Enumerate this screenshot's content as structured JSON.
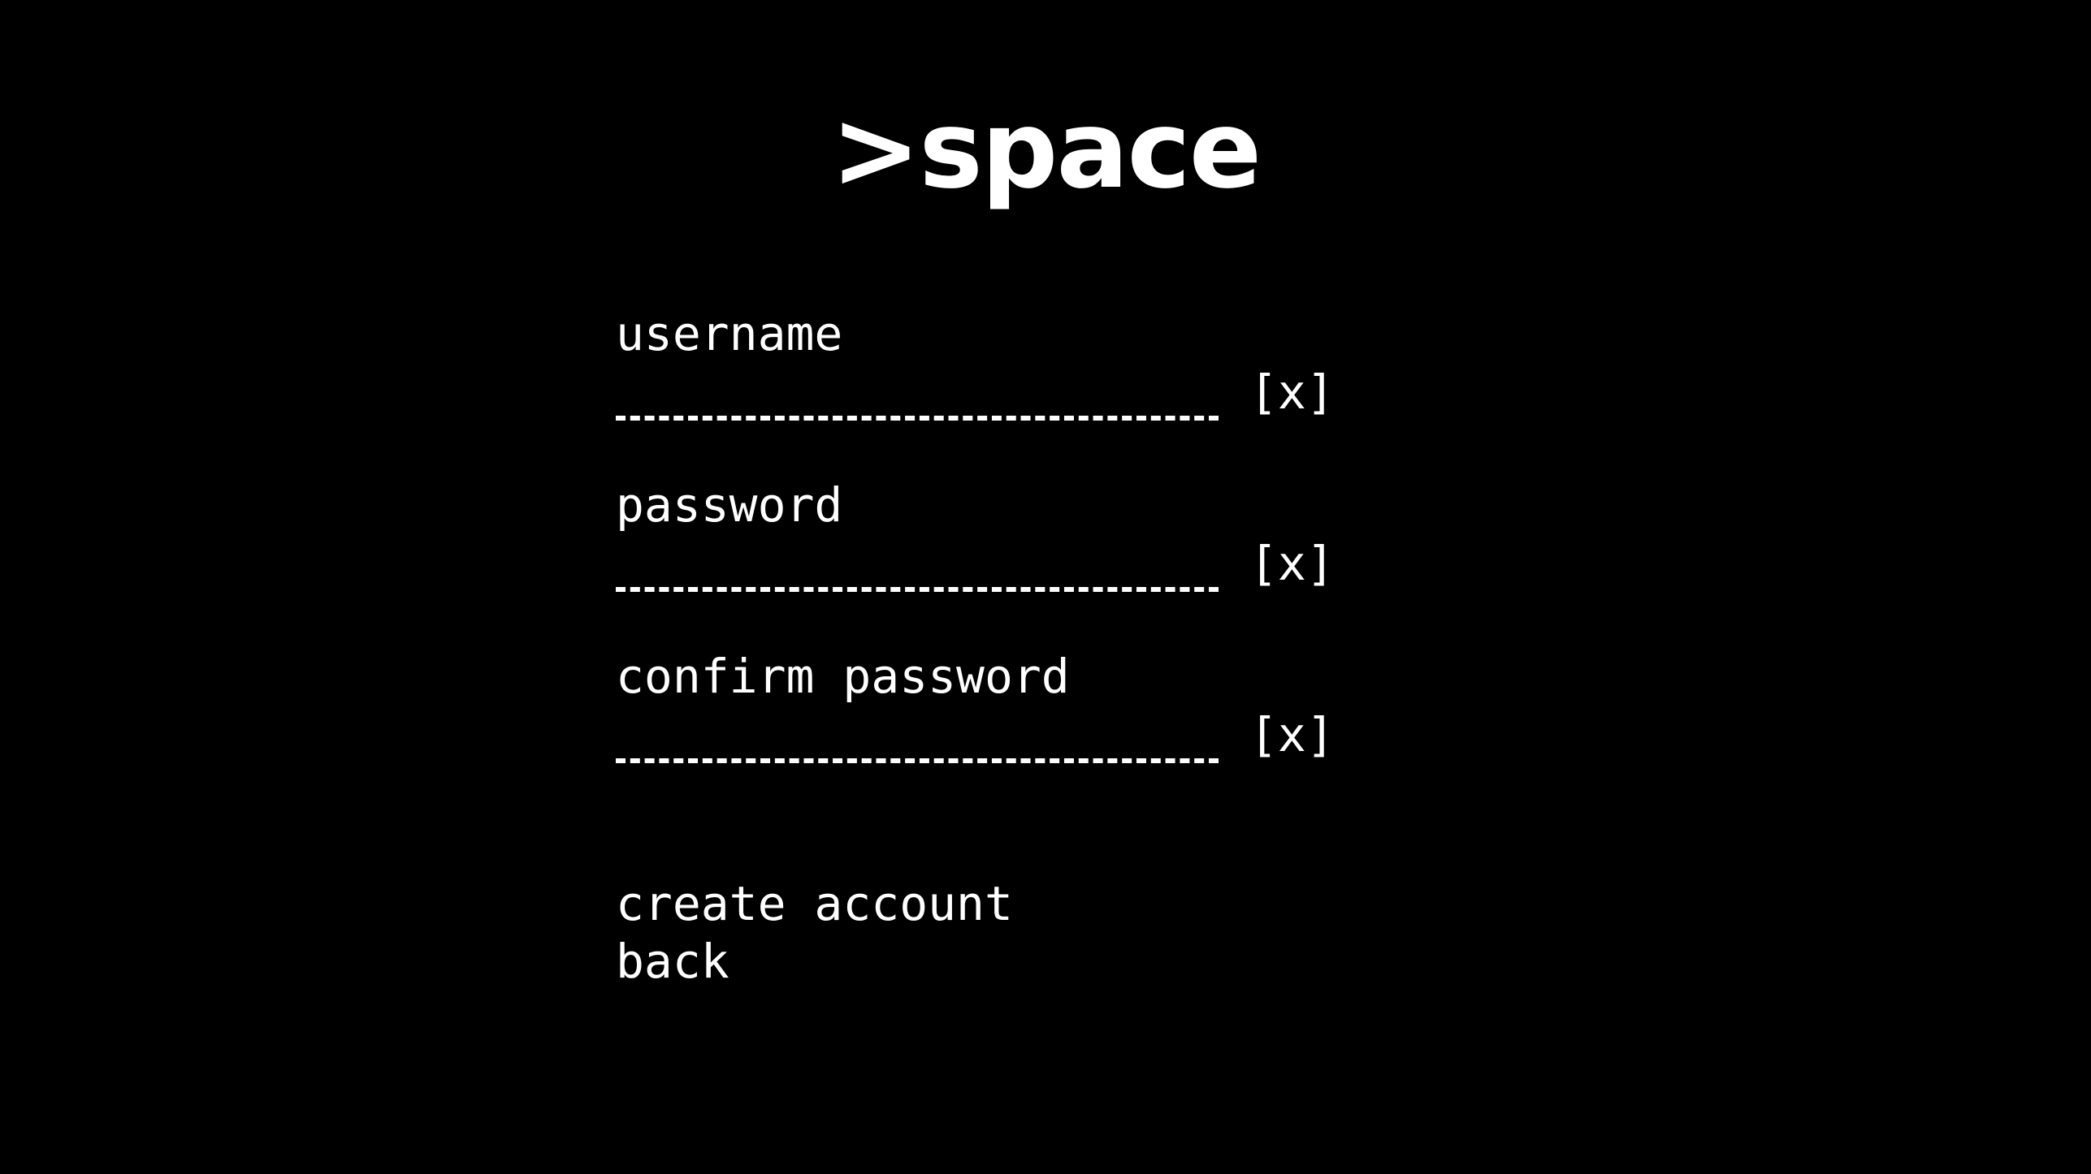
{
  "app": {
    "logo": ">space"
  },
  "form": {
    "fields": [
      {
        "label": "username",
        "value": "",
        "clear_label": "[x]"
      },
      {
        "label": "password",
        "value": "",
        "clear_label": "[x]"
      },
      {
        "label": "confirm password",
        "value": "",
        "clear_label": "[x]"
      }
    ]
  },
  "menu": {
    "create_account": "create account",
    "back": "back"
  },
  "colors": {
    "background": "#000000",
    "foreground": "#ffffff"
  }
}
